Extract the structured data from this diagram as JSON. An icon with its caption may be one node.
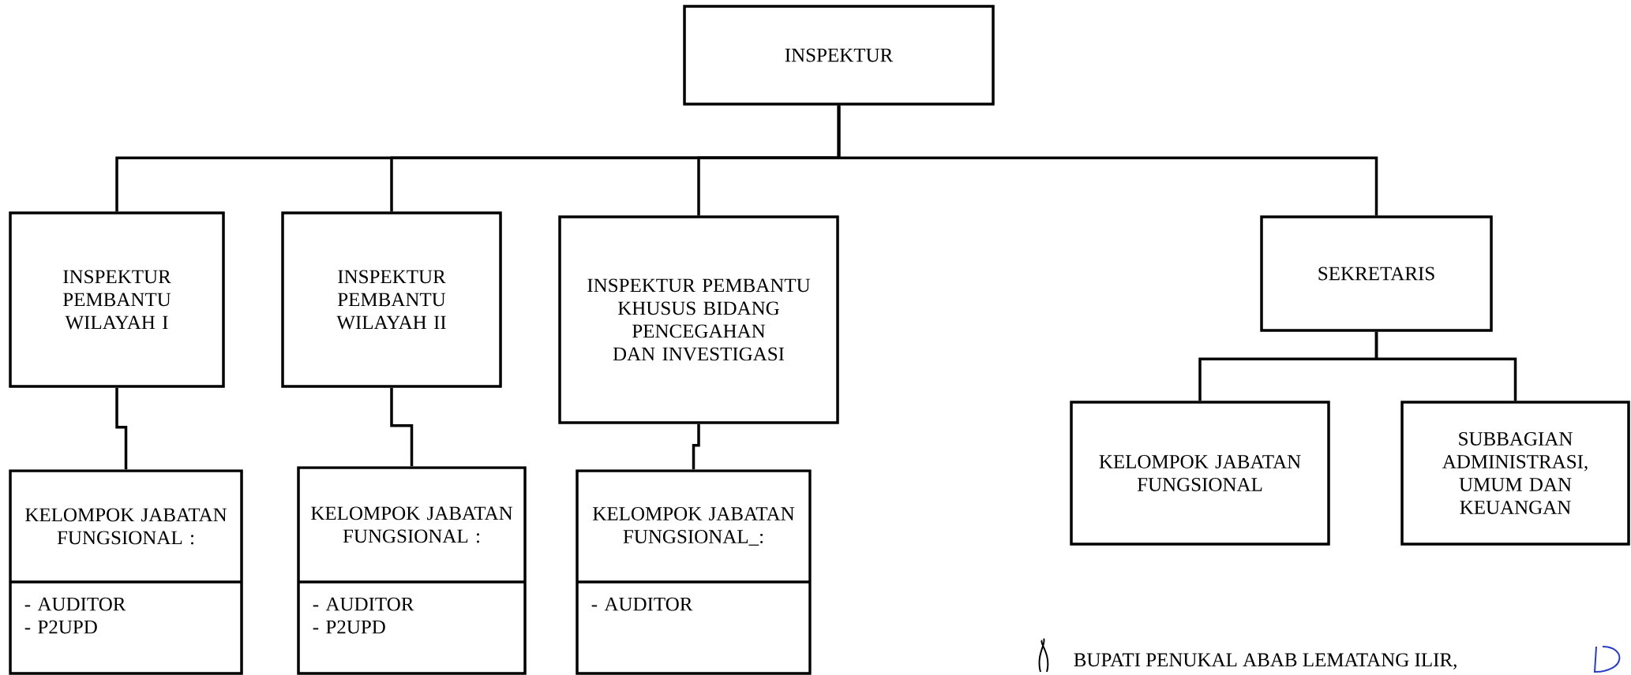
{
  "diagram": {
    "nodes": [
      {
        "text": [
          "INSPEKTUR"
        ]
      },
      {
        "text": [
          "INSPEKTUR PEMBANTU WILAYAH I"
        ]
      },
      {
        "text": [
          "INSPEKTUR PEMBANTU WILAYAH II"
        ]
      },
      {
        "text": [
          "INSPEKTUR PEMBANTU KHUSUS BIDANG PENCEGAHAN DAN INVESTIGASI"
        ]
      },
      {
        "text": [
          "SEKRETARIS"
        ]
      },
      {
        "text": [
          "KELOMPOK JABATAN FUNGSIONAL :",
          "- AUDITOR - P2UPD"
        ]
      },
      {
        "text": [
          "KELOMPOK JABATAN FUNGSIONAL :",
          "- AUDITOR - P2UPD"
        ]
      },
      {
        "text": [
          "KELOMPOK JABATAN FUNGSIONAL_:",
          "- AUDITOR"
        ]
      },
      {
        "text": [
          "KELOMPOK JABATAN FUNGSIONAL"
        ]
      },
      {
        "text": [
          "SUBBAGIAN ADMINISTRASI, UMUM DAN KEUANGAN"
        ]
      }
    ],
    "edges": [
      {
        "from": 0,
        "to": 1,
        "arrow": "none"
      },
      {
        "from": 0,
        "to": 2,
        "arrow": "none"
      },
      {
        "from": 0,
        "to": 3,
        "arrow": "none"
      },
      {
        "from": 0,
        "to": 4,
        "arrow": "none"
      },
      {
        "from": 1,
        "to": 5,
        "arrow": "none"
      },
      {
        "from": 2,
        "to": 6,
        "arrow": "none"
      },
      {
        "from": 3,
        "to": 7,
        "arrow": "none"
      },
      {
        "from": 4,
        "to": 8,
        "arrow": "none"
      },
      {
        "from": 4,
        "to": 9,
        "arrow": "none"
      }
    ],
    "labels": [
      "BUPATI PENUKAL ABAB LEMATANG ILIR,"
    ]
  }
}
